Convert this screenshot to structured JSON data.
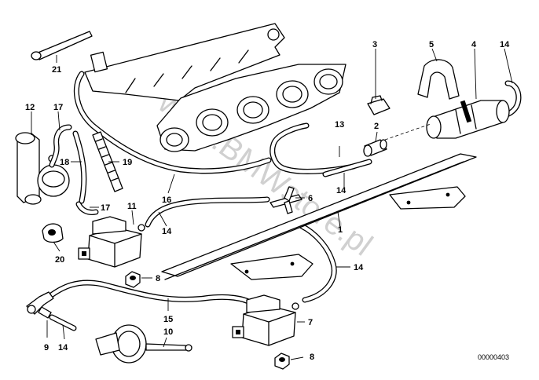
{
  "watermark": "www.BMWstore.pl",
  "document_number": "00000403",
  "callouts": [
    {
      "id": "c1",
      "text": "1"
    },
    {
      "id": "c2",
      "text": "2"
    },
    {
      "id": "c3",
      "text": "3"
    },
    {
      "id": "c4",
      "text": "4"
    },
    {
      "id": "c5",
      "text": "5"
    },
    {
      "id": "c6",
      "text": "6"
    },
    {
      "id": "c7",
      "text": "7"
    },
    {
      "id": "c8a",
      "text": "8"
    },
    {
      "id": "c8b",
      "text": "8"
    },
    {
      "id": "c9",
      "text": "9"
    },
    {
      "id": "c10",
      "text": "10"
    },
    {
      "id": "c11",
      "text": "11"
    },
    {
      "id": "c12",
      "text": "12"
    },
    {
      "id": "c13",
      "text": "13"
    },
    {
      "id": "c14a",
      "text": "14"
    },
    {
      "id": "c14b",
      "text": "14"
    },
    {
      "id": "c14c",
      "text": "14"
    },
    {
      "id": "c14d",
      "text": "14"
    },
    {
      "id": "c14e",
      "text": "14"
    },
    {
      "id": "c15",
      "text": "15"
    },
    {
      "id": "c16",
      "text": "16"
    },
    {
      "id": "c17a",
      "text": "17"
    },
    {
      "id": "c17b",
      "text": "17"
    },
    {
      "id": "c18",
      "text": "18"
    },
    {
      "id": "c19",
      "text": "19"
    },
    {
      "id": "c20",
      "text": "20"
    },
    {
      "id": "c21",
      "text": "21"
    }
  ]
}
